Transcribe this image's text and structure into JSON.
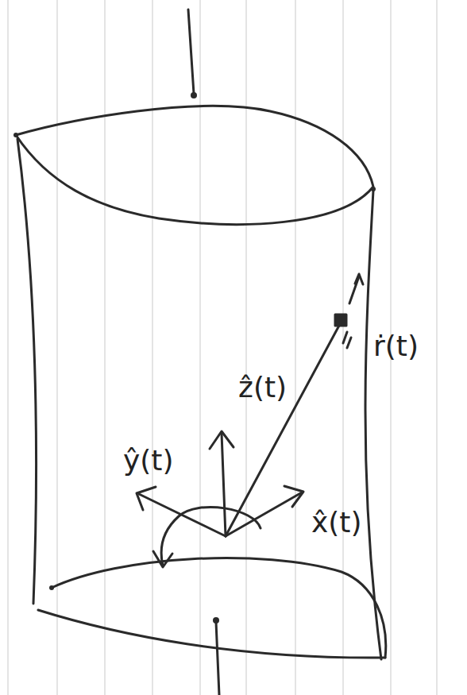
{
  "diagram": {
    "labels": [
      "ẑ(t)",
      "ŷ(t)",
      "x̂(t)",
      "ṙ(t)"
    ]
  }
}
